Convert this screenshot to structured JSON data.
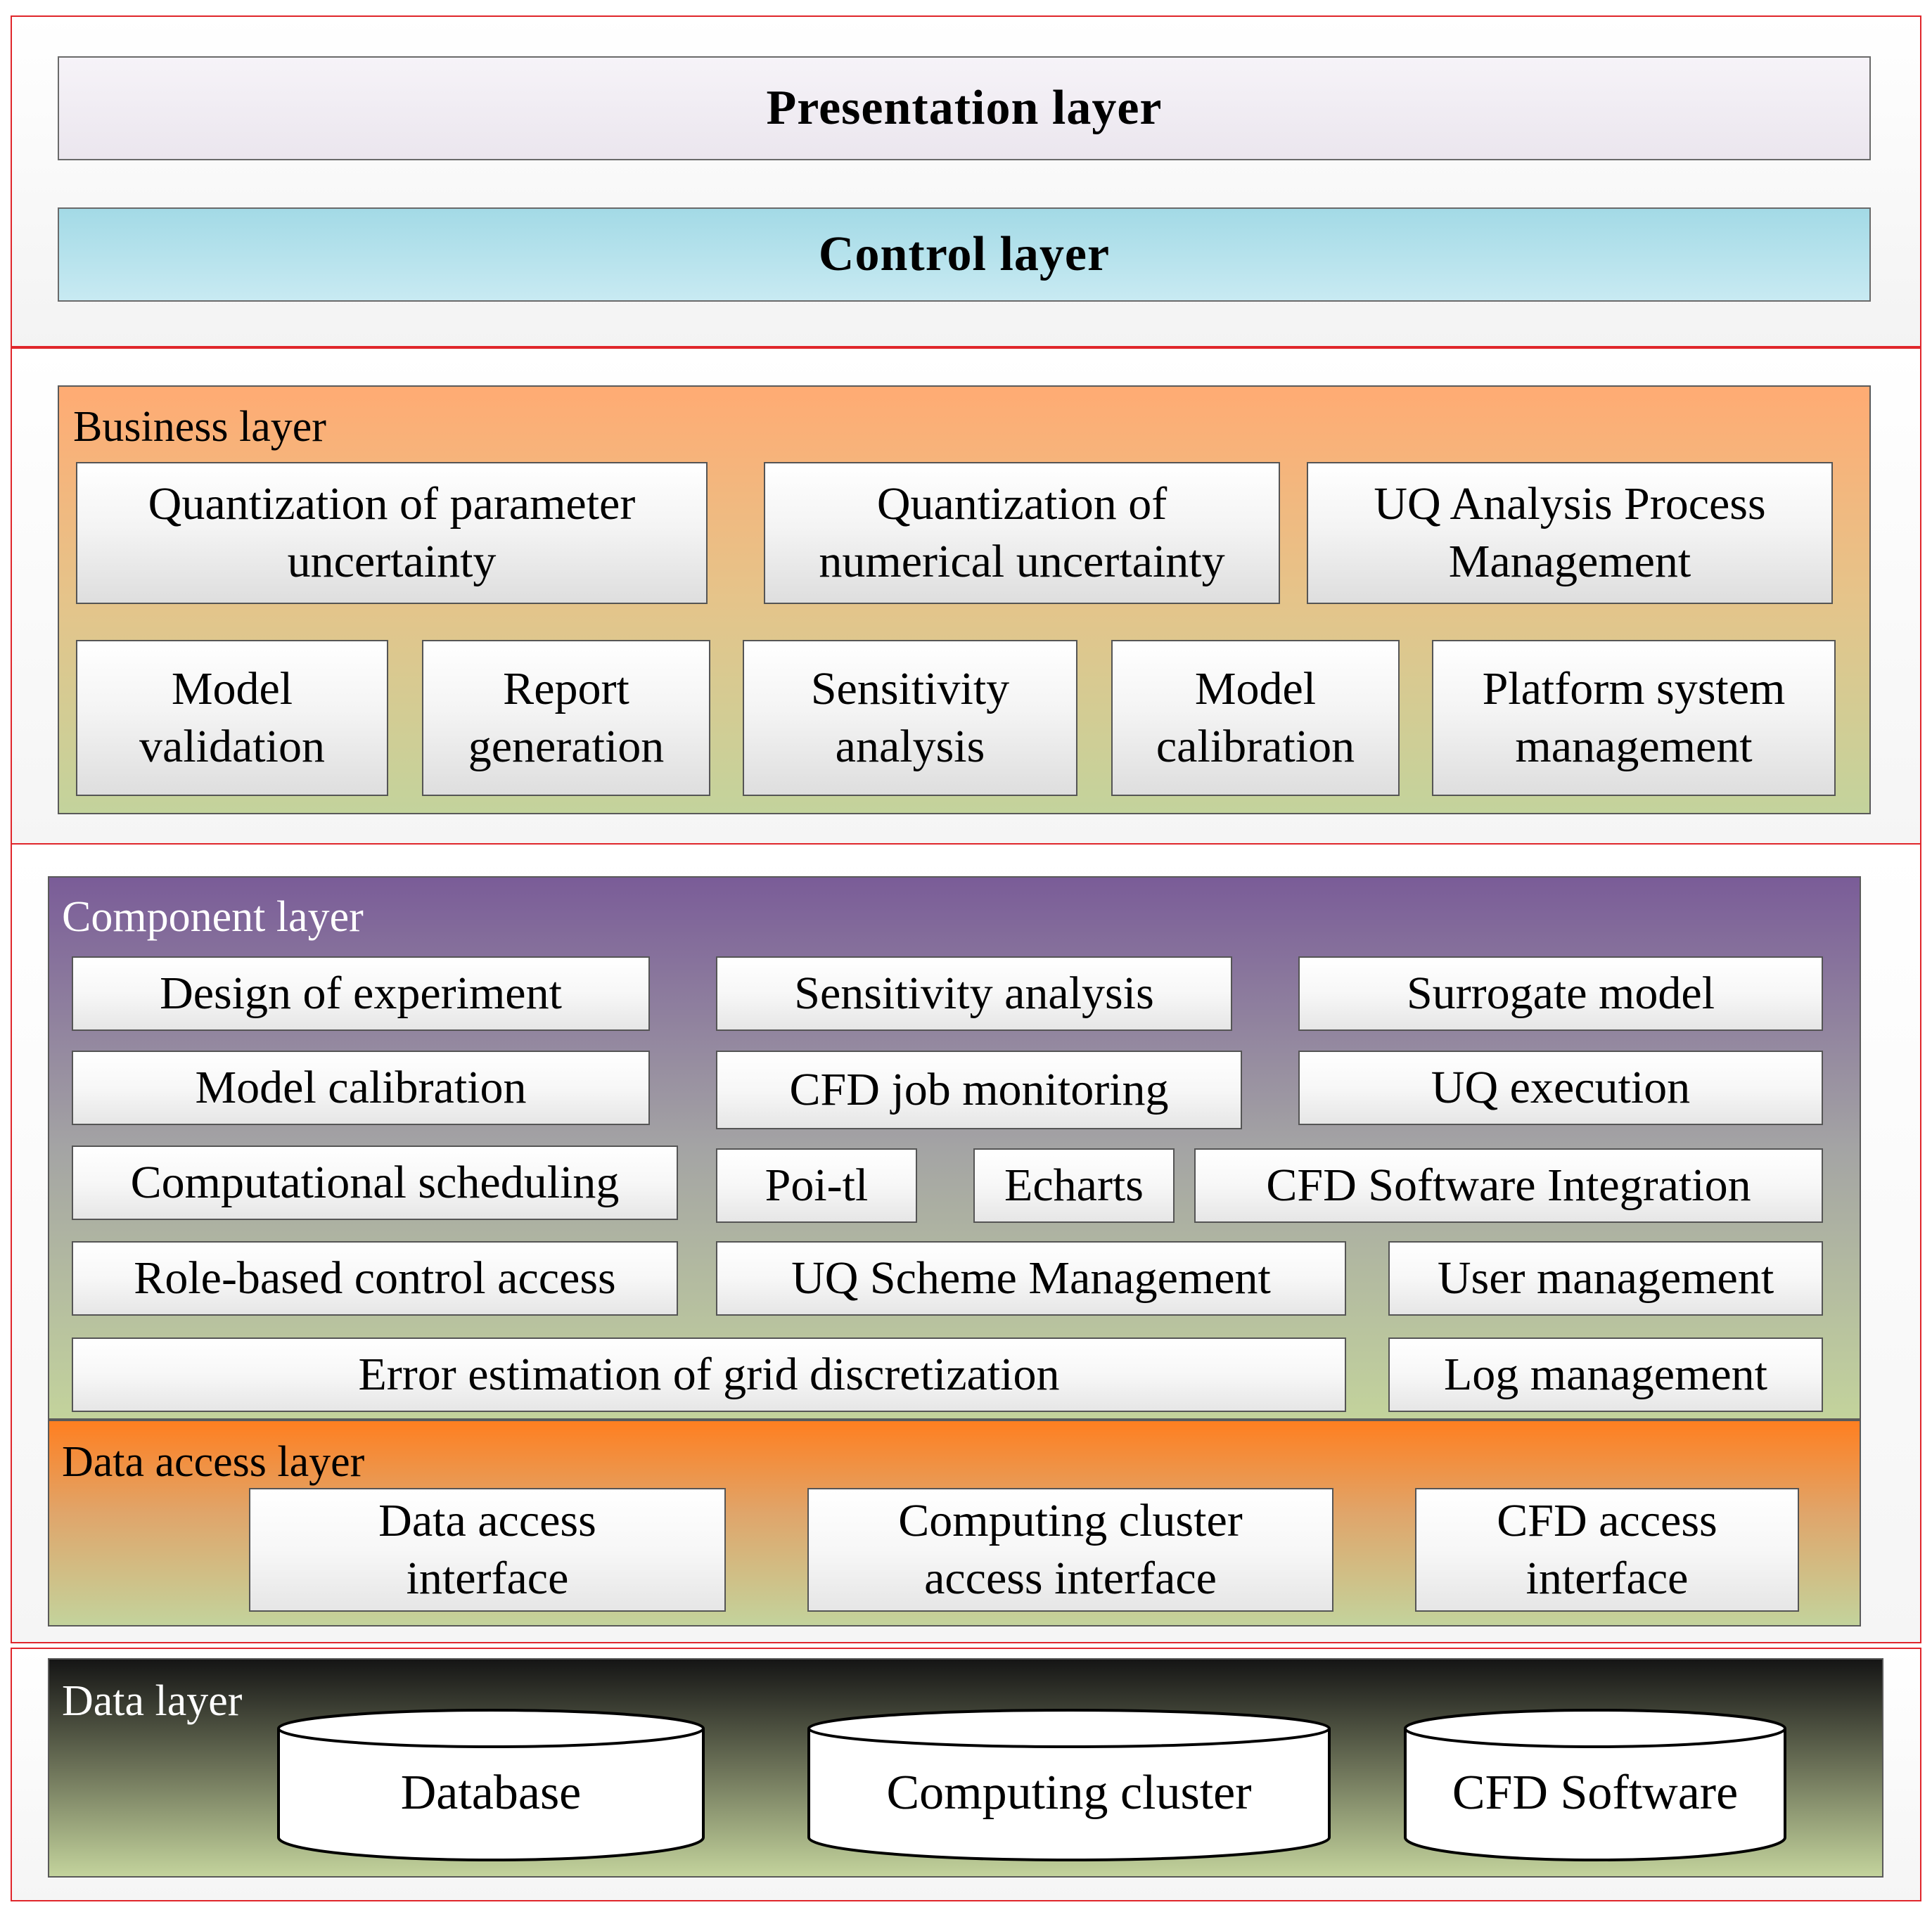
{
  "presentation_layer": "Presentation layer",
  "control_layer": "Control layer",
  "business_layer": {
    "title": "Business layer",
    "items": [
      "Quantization of parameter\nuncertainty",
      "Quantization of\nnumerical uncertainty",
      "UQ Analysis Process\nManagement",
      "Model\nvalidation",
      "Report\ngeneration",
      "Sensitivity\nanalysis",
      "Model\ncalibration",
      "Platform system\nmanagement"
    ]
  },
  "component_layer": {
    "title": "Component layer",
    "items": [
      "Design of experiment",
      "Sensitivity analysis",
      "Surrogate model",
      "Model calibration",
      "CFD job monitoring",
      "UQ execution",
      "Computational scheduling",
      "Poi-tl",
      "Echarts",
      "CFD Software Integration",
      "Role-based control access",
      "UQ Scheme Management",
      "User management",
      "Error estimation of grid discretization",
      "Log management"
    ]
  },
  "data_access_layer": {
    "title": "Data access layer",
    "items": [
      "Data access\ninterface",
      "Computing cluster\naccess interface",
      "CFD access\ninterface"
    ]
  },
  "data_layer": {
    "title": "Data layer",
    "items": [
      "Database",
      "Computing cluster",
      "CFD Software"
    ]
  },
  "colors": {
    "frame": "#e0262b",
    "presentation": "#efeaf2",
    "control": "#a6dbe7",
    "business_top": "#ffab73",
    "business_bottom": "#c3d39c",
    "component_top": "#7a5c98",
    "component_mid": "#a4a4a4",
    "component_bottom": "#c3d39c",
    "data_access_top": "#ff7f20",
    "data_access_bottom": "#c3d39c",
    "data_top": "#1a1a1a",
    "data_bottom": "#c3d39c"
  }
}
